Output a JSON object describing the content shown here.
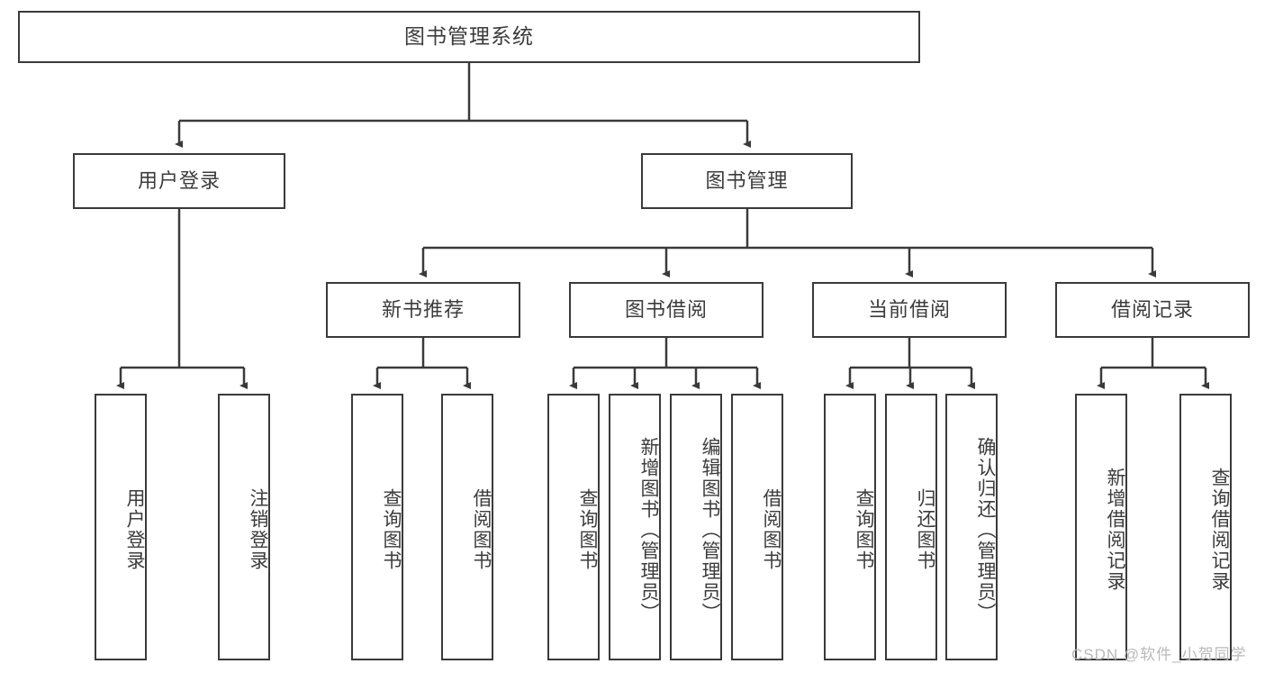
{
  "diagram": {
    "title": "图书管理系统",
    "type": "tree-hierarchy-diagram",
    "style": {
      "border_color": "#3a3a3a",
      "background": "#ffffff",
      "text_color": "#3c3c3c",
      "line_color": "#3a3a3a"
    },
    "watermark": "CSDN @软件_小贺同学",
    "nodes": {
      "root": {
        "label": "图书管理系统"
      },
      "level1": [
        {
          "label": "用户登录"
        },
        {
          "label": "图书管理"
        }
      ],
      "level2": [
        {
          "label": "新书推荐"
        },
        {
          "label": "图书借阅"
        },
        {
          "label": "当前借阅"
        },
        {
          "label": "借阅记录"
        }
      ],
      "leaves_user_login": [
        {
          "label": "用户登录"
        },
        {
          "label": "注销登录"
        }
      ],
      "leaves_new_book": [
        {
          "label": "查询图书"
        },
        {
          "label": "借阅图书"
        }
      ],
      "leaves_borrow": [
        {
          "label": "查询图书"
        },
        {
          "label": "新增图书（管理员）"
        },
        {
          "label": "编辑图书（管理员）"
        },
        {
          "label": "借阅图书"
        }
      ],
      "leaves_current": [
        {
          "label": "查询图书"
        },
        {
          "label": "归还图书"
        },
        {
          "label": "确认归还（管理员）"
        }
      ],
      "leaves_records": [
        {
          "label": "新增借阅记录"
        },
        {
          "label": "查询借阅记录"
        }
      ]
    }
  }
}
